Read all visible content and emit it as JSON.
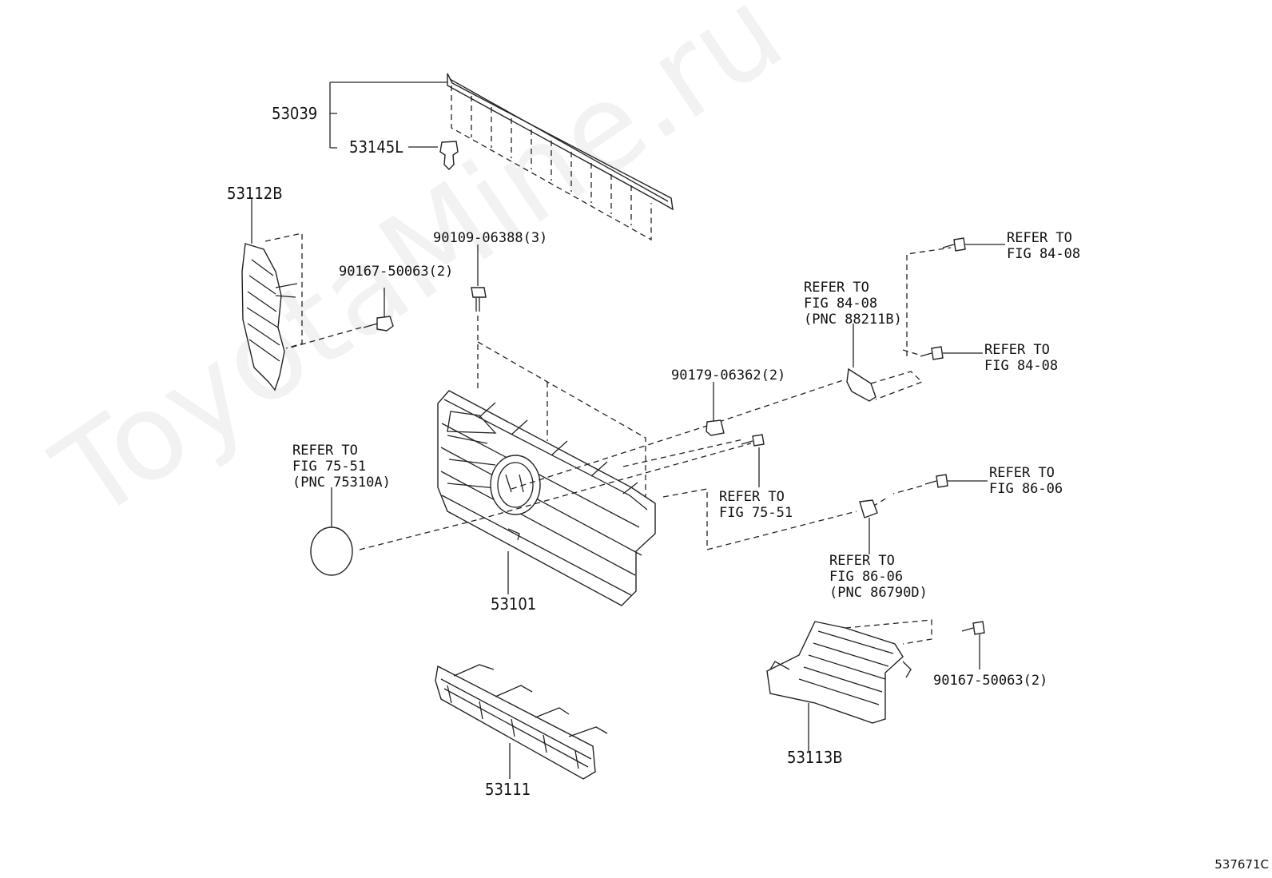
{
  "labels": {
    "p53039": "53039",
    "p53145L": "53145L",
    "p53112B": "53112B",
    "p90167_top": "90167-50063(2)",
    "p90109": "90109-06388(3)",
    "p90179": "90179-06362(2)",
    "p53101": "53101",
    "p53111": "53111",
    "p53113B": "53113B",
    "p90167_bottom": "90167-50063(2)"
  },
  "refs": {
    "r1": "REFER TO\nFIG 84-08",
    "r2": "REFER TO\nFIG 84-08\n(PNC 88211B)",
    "r3": "REFER TO\nFIG 84-08",
    "r4": "REFER TO\nFIG 75-51\n(PNC 75310A)",
    "r5": "REFER TO\nFIG 75-51",
    "r6": "REFER TO\nFIG 86-06",
    "r7": "REFER TO\nFIG 86-06\n(PNC 86790D)"
  },
  "watermark": "ToyotaMine.ru",
  "figure_code": "537671C"
}
